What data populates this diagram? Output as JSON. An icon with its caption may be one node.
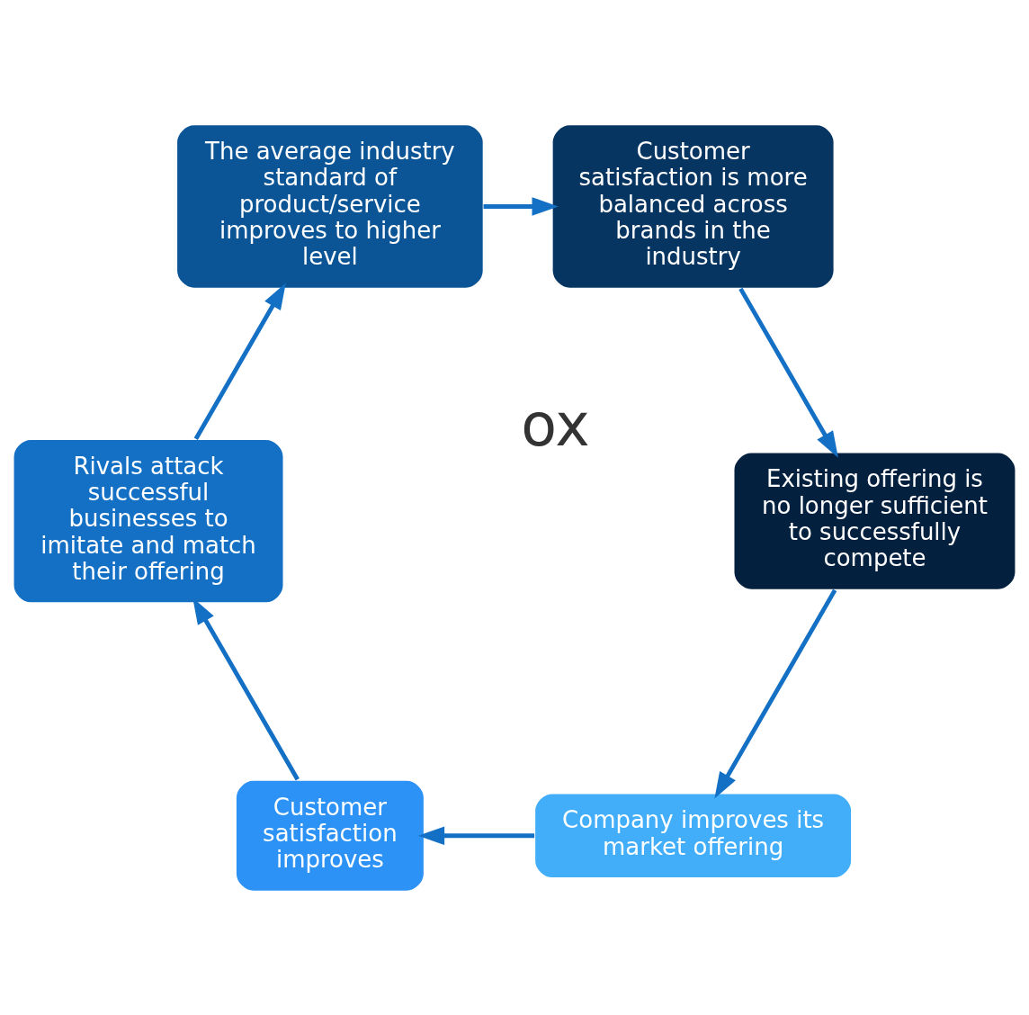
{
  "diagram": {
    "nodes": [
      {
        "text": [
          "Company improves its market offering"
        ]
      },
      {
        "text": [
          "Customer satisfaction improves"
        ]
      },
      {
        "text": [
          "Rivals attack successful businesses to imitate and match their offering"
        ]
      },
      {
        "text": [
          "The average industry standard of product/service improves to higher level"
        ]
      },
      {
        "text": [
          "Customer satisfaction is more balanced across brands in the industry"
        ]
      },
      {
        "text": [
          "Existing offering is no longer sufficient to successfully compete"
        ]
      }
    ],
    "edges": [
      {
        "from": 0,
        "to": 1,
        "arrow": "to"
      },
      {
        "from": 1,
        "to": 2,
        "arrow": "to"
      },
      {
        "from": 2,
        "to": 3,
        "arrow": "to"
      },
      {
        "from": 3,
        "to": 4,
        "arrow": "to"
      },
      {
        "from": 4,
        "to": 5,
        "arrow": "to"
      },
      {
        "from": 5,
        "to": 0,
        "arrow": "to"
      }
    ],
    "labels": [
      "ox"
    ]
  }
}
